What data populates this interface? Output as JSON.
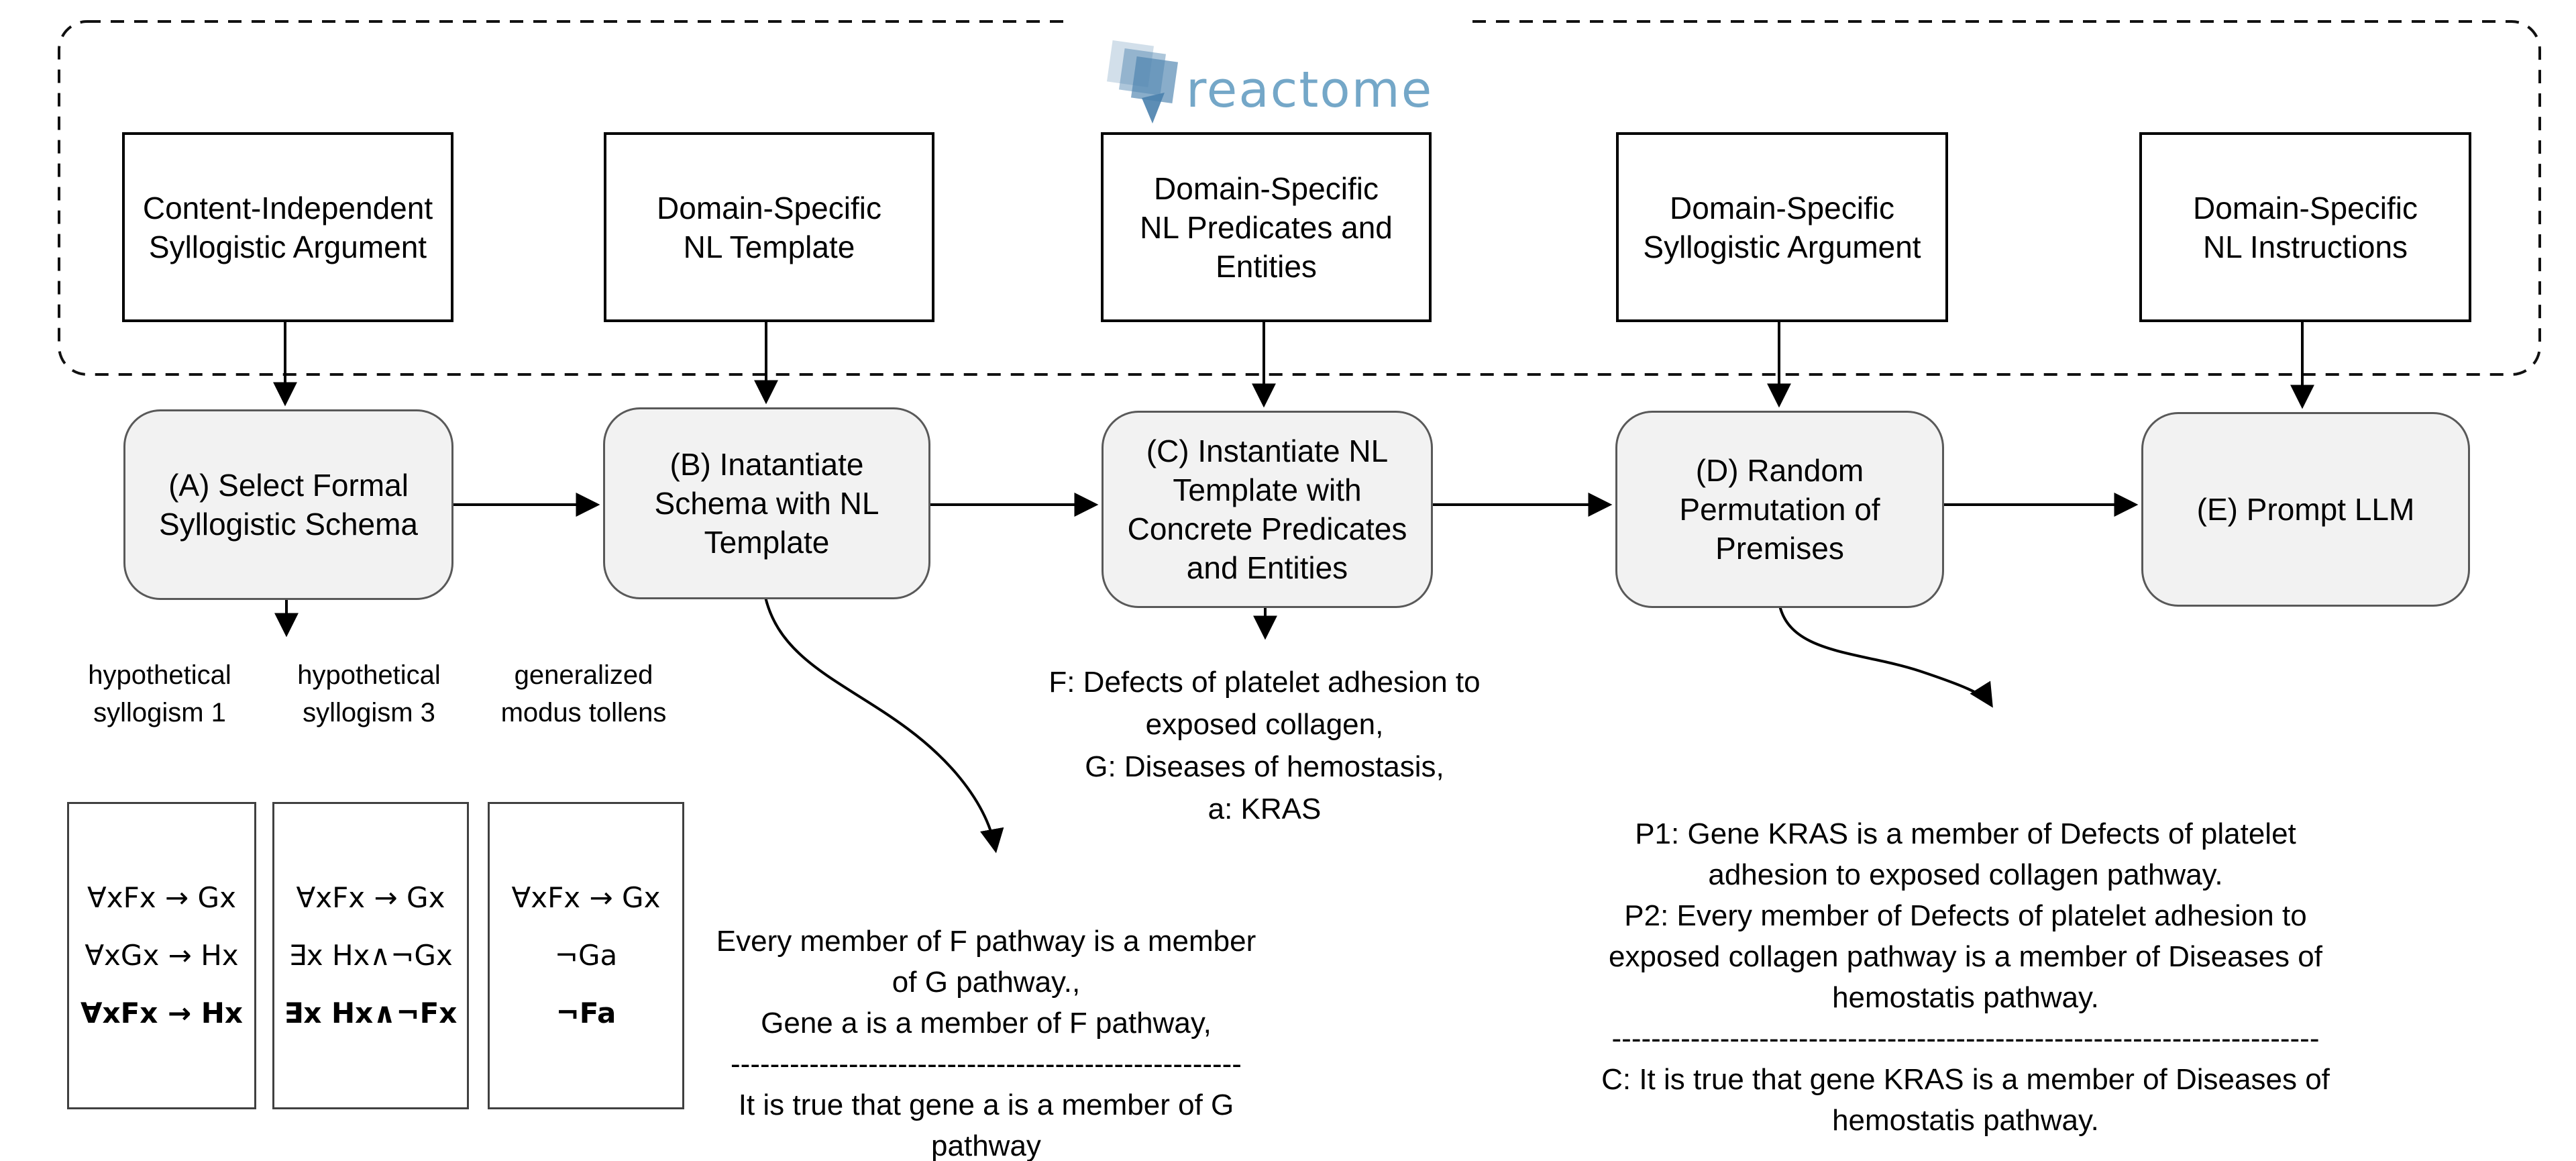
{
  "logo": {
    "text": "reactome",
    "color": "#74a7c8"
  },
  "colors": {
    "step_fill": "#f2f2f2",
    "step_border": "#595959",
    "box_border": "#000000",
    "logo_blue": "#4a81ad"
  },
  "inputs": [
    {
      "lines": [
        "Content-Independent",
        "Syllogistic Argument"
      ]
    },
    {
      "lines": [
        "Domain-Specific",
        "NL Template"
      ]
    },
    {
      "lines": [
        "Domain-Specific",
        "NL Predicates and",
        "Entities"
      ]
    },
    {
      "lines": [
        "Domain-Specific",
        "Syllogistic Argument"
      ]
    },
    {
      "lines": [
        "Domain-Specific",
        "NL Instructions"
      ]
    }
  ],
  "steps": [
    {
      "lines": [
        "(A) Select Formal",
        "Syllogistic Schema"
      ]
    },
    {
      "lines": [
        "(B) Inatantiate",
        "Schema with NL",
        "Template"
      ]
    },
    {
      "lines": [
        "(C) Instantiate NL",
        "Template with",
        "Concrete Predicates",
        "and Entities"
      ]
    },
    {
      "lines": [
        "(D) Random",
        "Permutation of",
        "Premises"
      ]
    },
    {
      "lines": [
        "(E) Prompt LLM"
      ]
    }
  ],
  "schemas": [
    {
      "label": [
        "hypothetical",
        "syllogism 1"
      ],
      "premises": [
        "∀xFx → Gx",
        "∀xGx → Hx"
      ],
      "conclusion": "∀xFx → Hx"
    },
    {
      "label": [
        "hypothetical",
        "syllogism 3"
      ],
      "premises": [
        "∀xFx → Gx",
        "∃x Hx∧¬Gx"
      ],
      "conclusion": "∃x Hx∧¬Fx"
    },
    {
      "label": [
        "generalized",
        "modus tollens"
      ],
      "premises": [
        "∀xFx → Gx",
        "¬Ga"
      ],
      "conclusion": "¬Fa"
    }
  ],
  "predicates_example": {
    "lines": [
      "F: Defects of platelet adhesion to",
      "exposed collagen,",
      "G: Diseases of hemostasis,",
      "a: KRAS"
    ]
  },
  "template_example": {
    "lines": [
      "Every member of F pathway is a member",
      "of G pathway.,",
      "Gene a is a member of F pathway,",
      "----------------------------------------------------",
      "It is true that gene a is a member of G",
      "pathway"
    ]
  },
  "final_argument": {
    "lines": [
      "P1: Gene KRAS is a member of Defects of platelet",
      "adhesion to exposed collagen pathway.",
      "P2: Every member of Defects of platelet adhesion to",
      "exposed collagen pathway is a member of Diseases of",
      "hemostatis pathway.",
      "------------------------------------------------------------------------",
      "C: It is true that gene KRAS is a member of Diseases of",
      "hemostatis pathway."
    ]
  }
}
